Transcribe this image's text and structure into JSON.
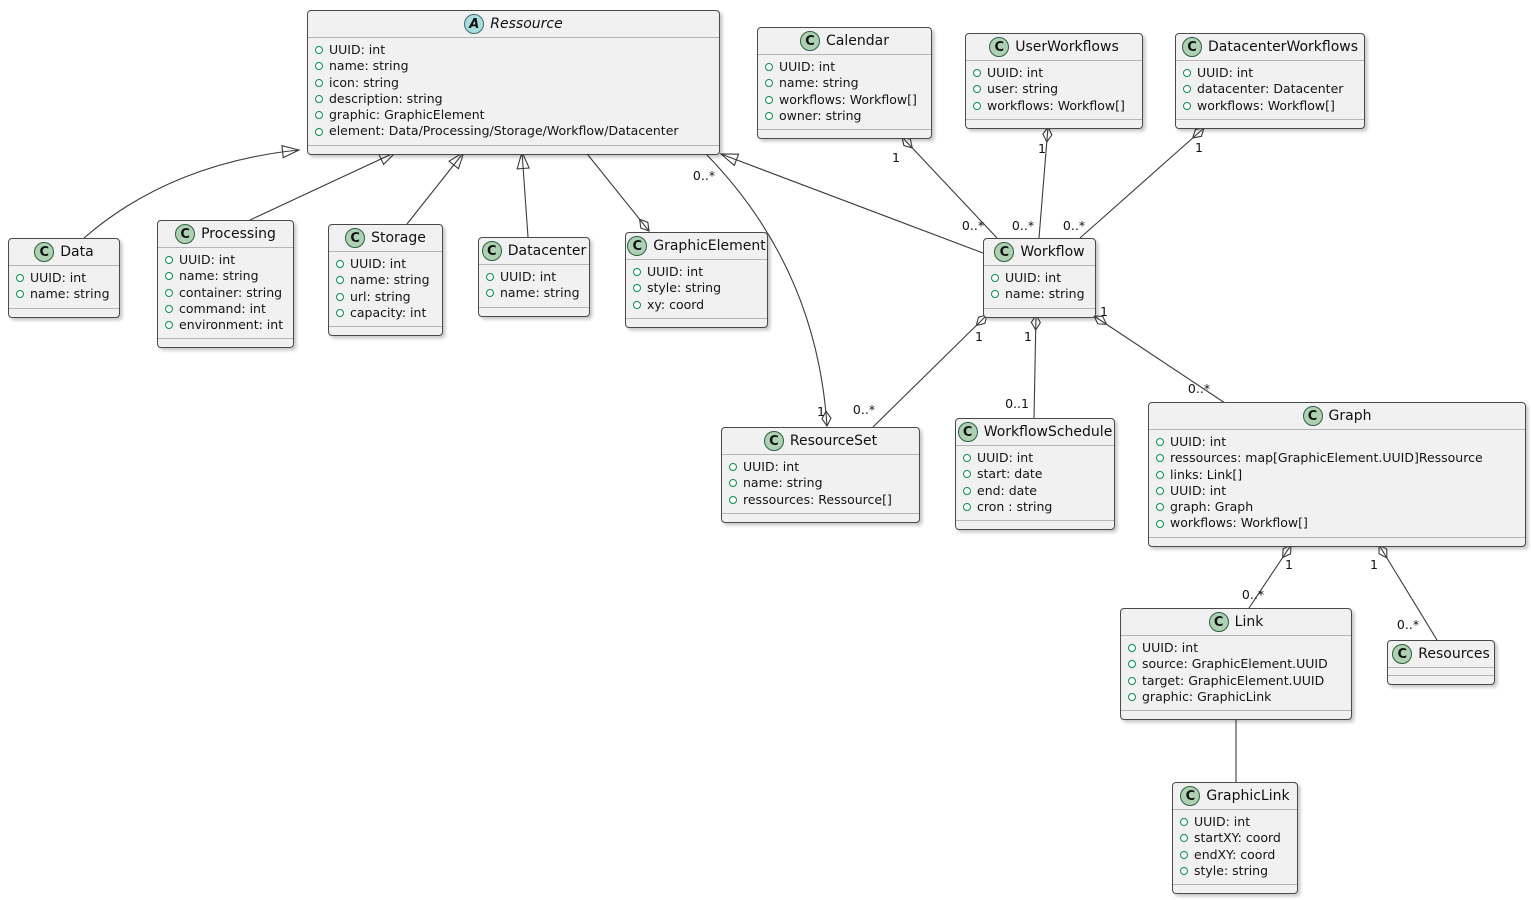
{
  "diagram": {
    "badges": {
      "class": "C",
      "abstract": "A"
    },
    "colors": {
      "box_fill": "#F1F1F1",
      "box_border": "#4a4a4a",
      "class_badge": "#ADD1B2",
      "abstract_badge": "#A9DCDF",
      "field_dot_green": "#089050",
      "edge_line": "#3b3b3b"
    },
    "classes": {
      "ressource": {
        "title": "Ressource",
        "kind": "abstract",
        "attrs": [
          "UUID: int",
          "name: string",
          "icon: string",
          "description: string",
          "graphic: GraphicElement",
          "element: Data/Processing/Storage/Workflow/Datacenter"
        ]
      },
      "calendar": {
        "title": "Calendar",
        "kind": "class",
        "attrs": [
          "UUID: int",
          "name: string",
          "workflows: Workflow[]",
          "owner: string"
        ]
      },
      "user_workflows": {
        "title": "UserWorkflows",
        "kind": "class",
        "attrs": [
          "UUID: int",
          "user: string",
          "workflows: Workflow[]"
        ]
      },
      "datacenter_workflows": {
        "title": "DatacenterWorkflows",
        "kind": "class",
        "attrs": [
          "UUID: int",
          "datacenter: Datacenter",
          "workflows: Workflow[]"
        ]
      },
      "data": {
        "title": "Data",
        "kind": "class",
        "attrs": [
          "UUID: int",
          "name: string"
        ]
      },
      "processing": {
        "title": "Processing",
        "kind": "class",
        "attrs": [
          "UUID: int",
          "name: string",
          "container: string",
          "command: int",
          "environment: int"
        ]
      },
      "storage": {
        "title": "Storage",
        "kind": "class",
        "attrs": [
          "UUID: int",
          "name: string",
          "url: string",
          "capacity: int"
        ]
      },
      "datacenter": {
        "title": "Datacenter",
        "kind": "class",
        "attrs": [
          "UUID: int",
          "name: string"
        ]
      },
      "graphic_element": {
        "title": "GraphicElement",
        "kind": "class",
        "attrs": [
          "UUID: int",
          "style: string",
          "xy: coord"
        ]
      },
      "workflow": {
        "title": "Workflow",
        "kind": "class",
        "attrs": [
          "UUID: int",
          "name: string"
        ]
      },
      "resource_set": {
        "title": "ResourceSet",
        "kind": "class",
        "attrs": [
          "UUID: int",
          "name: string",
          "ressources: Ressource[]"
        ]
      },
      "workflow_schedule": {
        "title": "WorkflowSchedule",
        "kind": "class",
        "attrs": [
          "UUID: int",
          "start: date",
          "end: date",
          "cron : string"
        ]
      },
      "graph": {
        "title": "Graph",
        "kind": "class",
        "attrs": [
          "UUID: int",
          "ressources: map[GraphicElement.UUID]Ressource",
          "links: Link[]",
          "UUID: int",
          "graph: Graph",
          "workflows: Workflow[]"
        ]
      },
      "link": {
        "title": "Link",
        "kind": "class",
        "attrs": [
          "UUID: int",
          "source: GraphicElement.UUID",
          "target: GraphicElement.UUID",
          "graphic: GraphicLink"
        ]
      },
      "resources": {
        "title": "Resources",
        "kind": "class",
        "attrs": []
      },
      "graphic_link": {
        "title": "GraphicLink",
        "kind": "class",
        "attrs": [
          "UUID: int",
          "startXY: coord",
          "endXY: coord",
          "style: string"
        ]
      }
    },
    "multiplicities": {
      "calendar_workflow": {
        "source": "1",
        "target": "0..*"
      },
      "userworkflows_workflow": {
        "source": "1",
        "target": "0..*"
      },
      "datacenterworkflows_workflow": {
        "source": "1",
        "target": "0..*"
      },
      "resourceset_ressource": {
        "source": "1",
        "target": "0..*"
      },
      "workflow_resourceset": {
        "source": "1",
        "target": "0..*"
      },
      "workflow_schedule": {
        "source": "1",
        "target": "0..1"
      },
      "workflow_graph": {
        "source": "1",
        "target": "0..*"
      },
      "graph_link": {
        "source": "1",
        "target": "0..*"
      },
      "graph_resources": {
        "source": "1",
        "target": "0..*"
      }
    }
  }
}
